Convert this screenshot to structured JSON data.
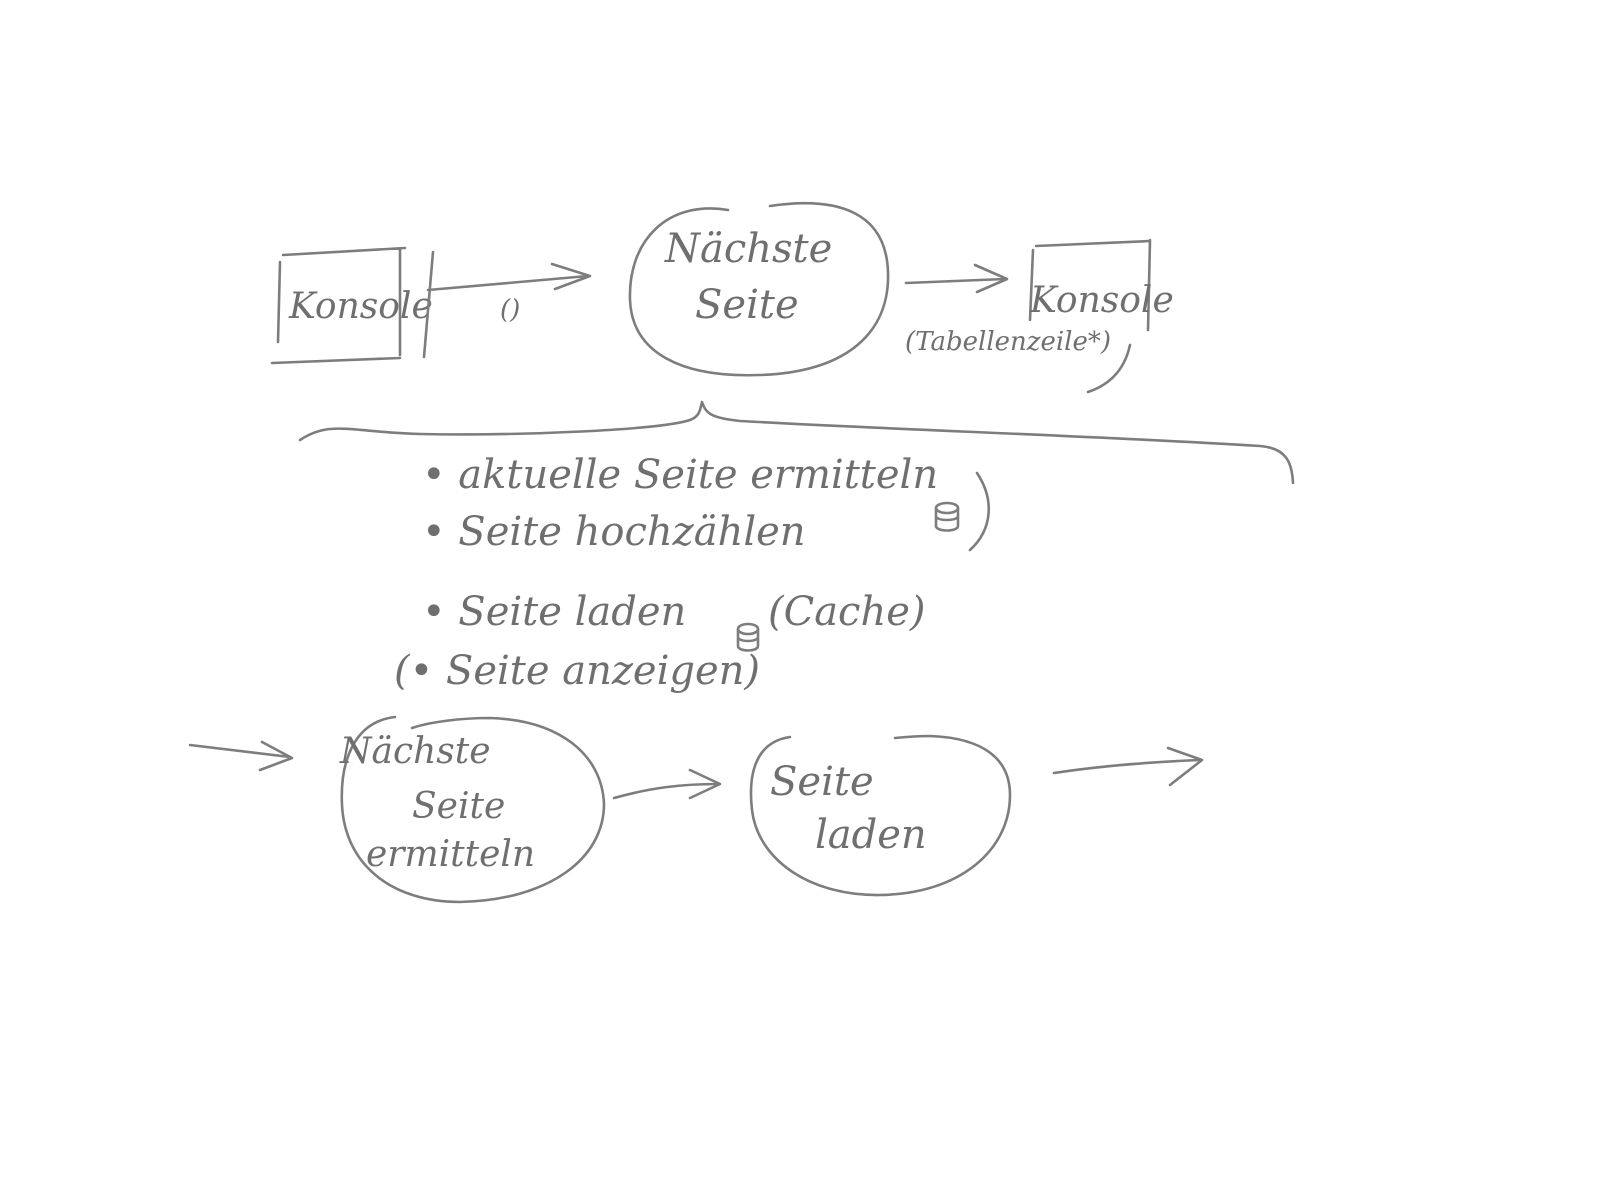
{
  "diagram": {
    "top_row": {
      "left_box": {
        "label": "Konsole"
      },
      "arrow_label": "()",
      "center_node": {
        "line1": "Nächste",
        "line2": "Seite"
      },
      "right_box": {
        "label": "Konsole"
      },
      "right_note": "(Tabellenzeile*)"
    },
    "steps": {
      "item1": "• aktuelle Seite ermitteln",
      "item2": "• Seite hochzählen",
      "item3": "• Seite laden",
      "item3_suffix": "(Cache)",
      "item4": "(• Seite anzeigen)"
    },
    "bottom_row": {
      "node1": {
        "line1": "Nächste",
        "line2": "Seite",
        "line3": "ermitteln"
      },
      "node2": {
        "line1": "Seite",
        "line2": "laden"
      }
    },
    "colors": {
      "ink": "#7d7d7d",
      "background": "#ffffff"
    },
    "icons": [
      "database-icon",
      "database-icon"
    ]
  }
}
